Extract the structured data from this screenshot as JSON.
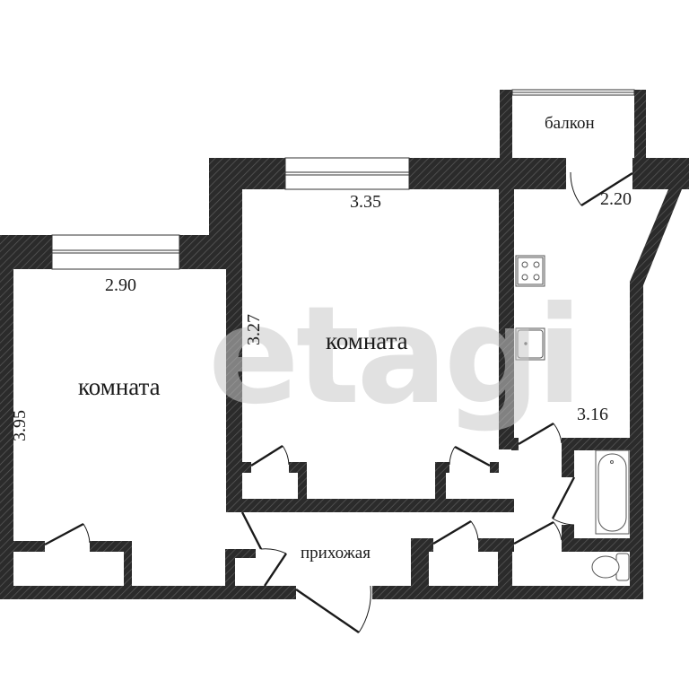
{
  "plan": {
    "type": "apartment floor plan",
    "watermark": "etagi",
    "colors": {
      "wall": "#2b2b2b",
      "wall_hatch": "#5a5a5a",
      "floor": "#ffffff",
      "line": "#1a1a1a",
      "watermark": "#c8c8c8"
    },
    "rooms": [
      {
        "id": "room-left",
        "label": "комната",
        "width_dim": "2.90",
        "height_dim": "3.95"
      },
      {
        "id": "room-middle",
        "label": "комната",
        "width_dim": "3.35",
        "height_dim": "3.27"
      },
      {
        "id": "kitchen",
        "label": "",
        "width_dim": "2.20",
        "height_dim": "3.16"
      },
      {
        "id": "balcony",
        "label": "балкон"
      },
      {
        "id": "hallway",
        "label": "прихожая"
      },
      {
        "id": "bathroom",
        "label": ""
      },
      {
        "id": "toilet",
        "label": ""
      }
    ],
    "fixtures": [
      "stove",
      "sink",
      "bathtub",
      "toilet"
    ]
  }
}
